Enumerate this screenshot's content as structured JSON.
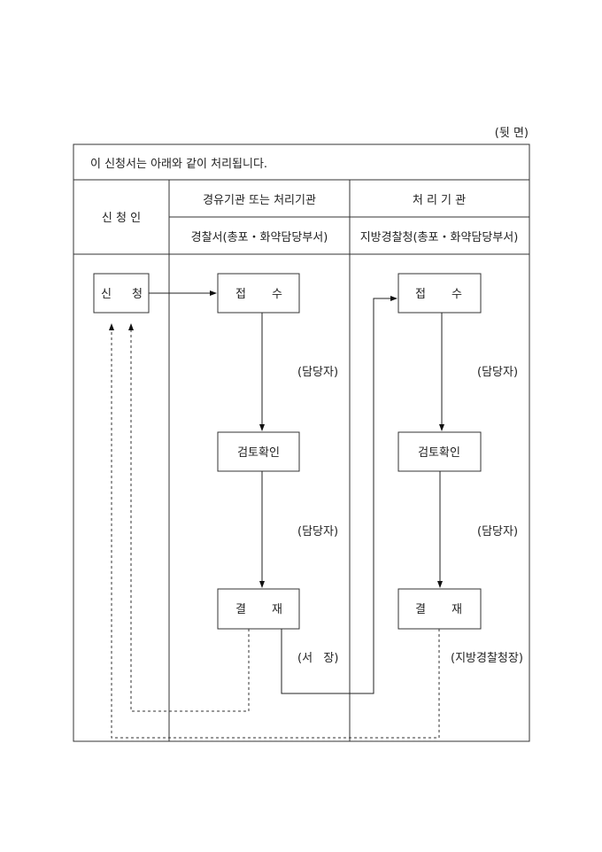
{
  "page_side": "(뒷 면)",
  "intro": "이 신청서는 아래와 같이 처리됩니다.",
  "header": {
    "applicant": "신 청 인",
    "via_agency": "경유기관 또는 처리기관",
    "processing_agency": "처 리 기 관",
    "via_agency_dept": "경찰서(총포・화약담당부서)",
    "processing_agency_dept": "지방경찰청(총포・화약담당부서)"
  },
  "flow": {
    "apply": [
      "신",
      "청"
    ],
    "receive": [
      "접",
      "수"
    ],
    "review": "검토확인",
    "approve": [
      "결",
      "재"
    ],
    "officer": "(담당자)",
    "chief": "(서   장)",
    "regional_chief": "(지방경찰청장)"
  }
}
